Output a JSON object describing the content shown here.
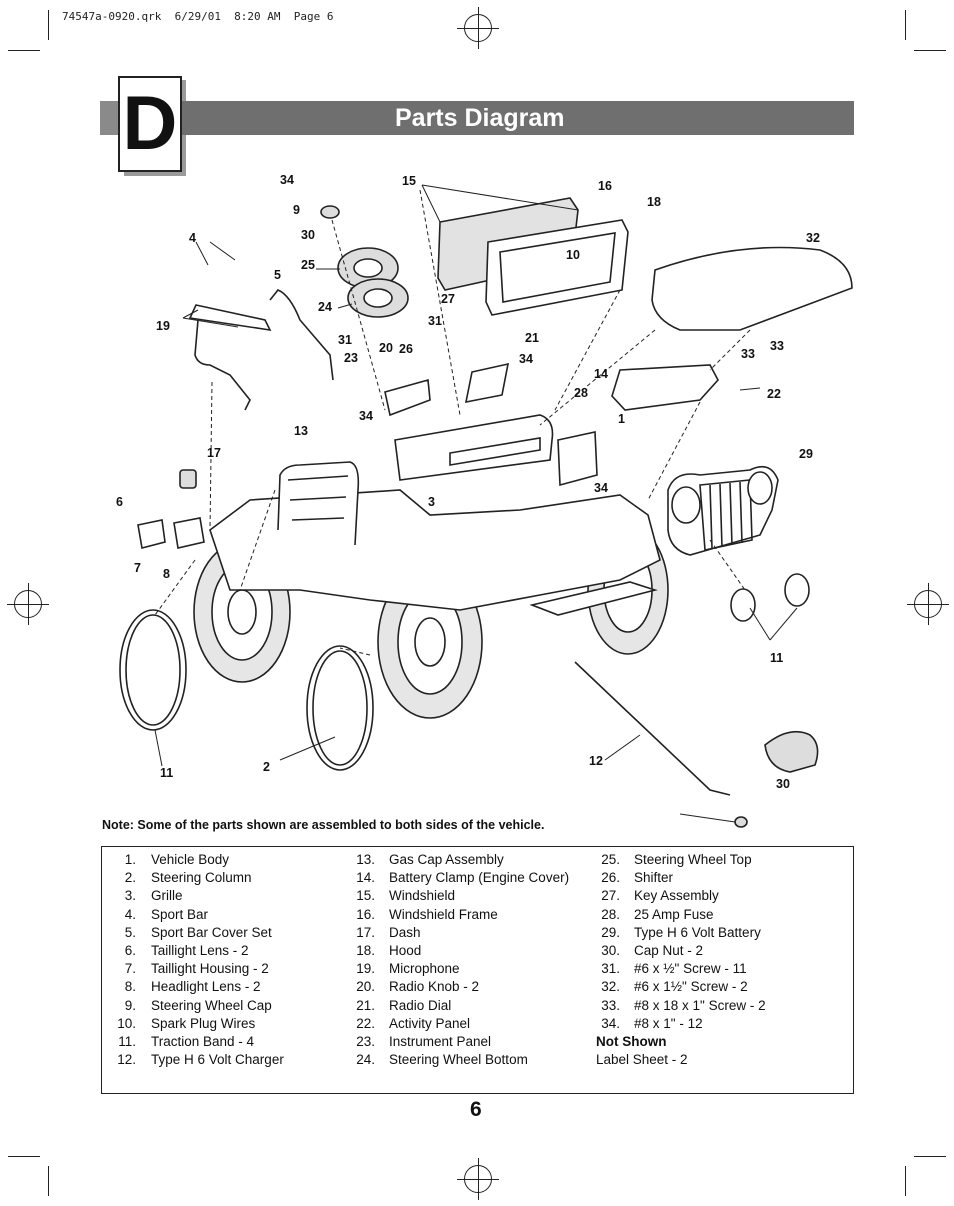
{
  "header": {
    "slug": "74547a-0920.qrk  6/29/01  8:20 AM  Page 6",
    "section_letter": "D",
    "title": "Parts Diagram"
  },
  "diagram": {
    "callouts": [
      "34",
      "9",
      "30",
      "25",
      "24",
      "31",
      "15",
      "16",
      "18",
      "32",
      "4",
      "5",
      "19",
      "27",
      "31",
      "21",
      "20",
      "26",
      "23",
      "34",
      "10",
      "33",
      "33",
      "14",
      "22",
      "34",
      "28",
      "1",
      "13",
      "17",
      "3",
      "29",
      "34",
      "6",
      "7",
      "8",
      "11",
      "11",
      "2",
      "12",
      "30"
    ]
  },
  "note": "Note: Some of the parts shown are assembled to both sides of the vehicle.",
  "parts": {
    "col1": [
      {
        "num": "1.",
        "name": "Vehicle Body"
      },
      {
        "num": "2.",
        "name": "Steering Column"
      },
      {
        "num": "3.",
        "name": "Grille"
      },
      {
        "num": "4.",
        "name": "Sport Bar"
      },
      {
        "num": "5.",
        "name": "Sport Bar Cover Set"
      },
      {
        "num": "6.",
        "name": "Taillight Lens - 2"
      },
      {
        "num": "7.",
        "name": "Taillight Housing - 2"
      },
      {
        "num": "8.",
        "name": "Headlight Lens - 2"
      },
      {
        "num": "9.",
        "name": "Steering Wheel Cap"
      },
      {
        "num": "10.",
        "name": "Spark Plug Wires"
      },
      {
        "num": "11.",
        "name": "Traction Band - 4"
      },
      {
        "num": "12.",
        "name": "Type H 6 Volt Charger"
      }
    ],
    "col2": [
      {
        "num": "13.",
        "name": "Gas Cap Assembly"
      },
      {
        "num": "14.",
        "name": "Battery Clamp (Engine Cover)"
      },
      {
        "num": "15.",
        "name": "Windshield"
      },
      {
        "num": "16.",
        "name": "Windshield Frame"
      },
      {
        "num": "17.",
        "name": "Dash"
      },
      {
        "num": "18.",
        "name": "Hood"
      },
      {
        "num": "19.",
        "name": "Microphone"
      },
      {
        "num": "20.",
        "name": "Radio Knob - 2"
      },
      {
        "num": "21.",
        "name": "Radio Dial"
      },
      {
        "num": "22.",
        "name": "Activity Panel"
      },
      {
        "num": "23.",
        "name": "Instrument Panel"
      },
      {
        "num": "24.",
        "name": "Steering Wheel Bottom"
      }
    ],
    "col3": [
      {
        "num": "25.",
        "name": "Steering Wheel Top"
      },
      {
        "num": "26.",
        "name": "Shifter"
      },
      {
        "num": "27.",
        "name": "Key Assembly"
      },
      {
        "num": "28.",
        "name": "25 Amp Fuse"
      },
      {
        "num": "29.",
        "name": "Type H 6 Volt Battery"
      },
      {
        "num": "30.",
        "name": "Cap Nut - 2"
      },
      {
        "num": "31.",
        "name": "#6 x ½\" Screw - 11"
      },
      {
        "num": "32.",
        "name": "#6 x 1½\" Screw - 2"
      },
      {
        "num": "33.",
        "name": "#8 x 18 x 1\" Screw - 2"
      },
      {
        "num": "34.",
        "name": "#8 x 1\" - 12"
      }
    ],
    "not_shown_heading": "Not Shown",
    "not_shown_item": "Label Sheet - 2"
  },
  "page_number": "6"
}
